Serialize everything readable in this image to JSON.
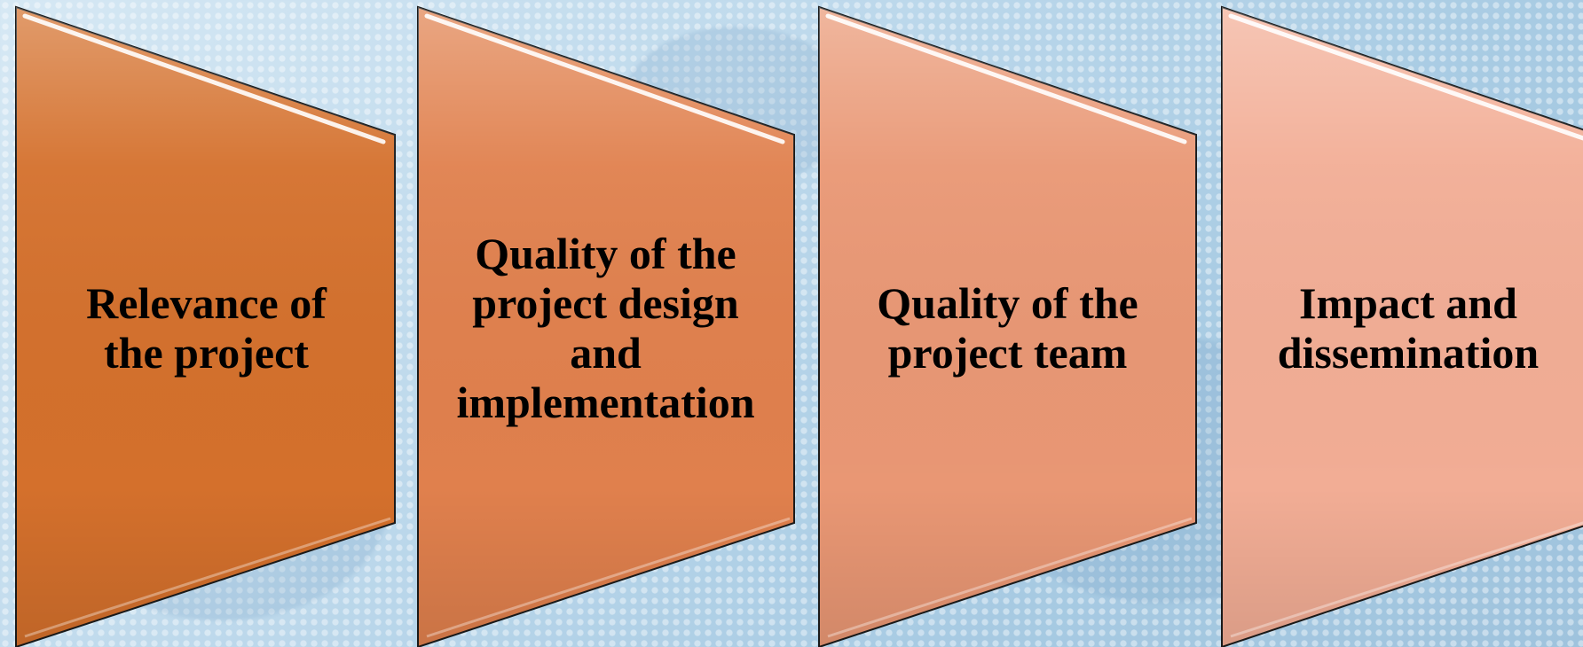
{
  "panels": [
    {
      "label_line1": "Relevance of",
      "label_line2": "the project",
      "color": "#d4702c"
    },
    {
      "label_line1": "Quality of the",
      "label_line2": "project design",
      "label_line3": "and",
      "label_line4": "implementation",
      "color": "#e0804d"
    },
    {
      "label_line1": "Quality of the",
      "label_line2": "project team",
      "color": "#e99774"
    },
    {
      "label_line1": "Impact and",
      "label_line2": "dissemination",
      "color": "#f2ad95"
    }
  ]
}
